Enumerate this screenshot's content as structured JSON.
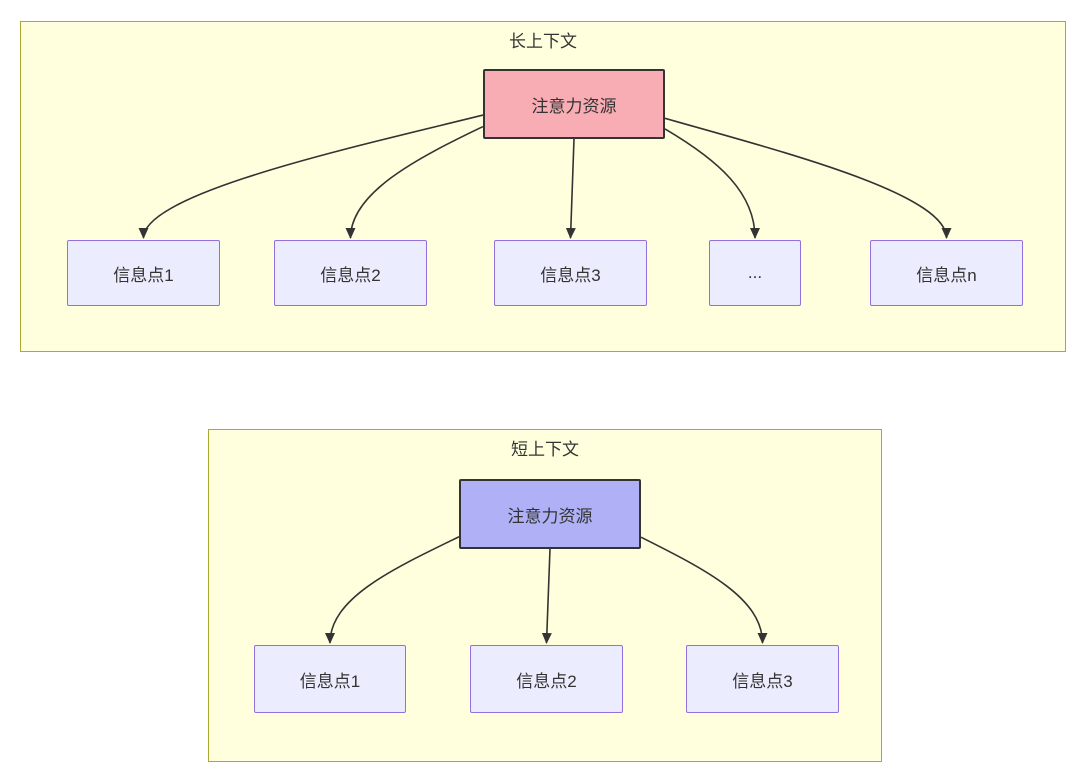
{
  "colors": {
    "page_bg": "#ffffff",
    "panel_fill": "#ffffde",
    "panel_border": "#aaaa33",
    "node_fill": "#ececff",
    "node_border": "#9370db",
    "long_root_fill": "#f8acb3",
    "short_root_fill": "#afb0f5",
    "root_border": "#333333",
    "edge": "#333333",
    "text": "#333333"
  },
  "diagrams": [
    {
      "title": "长上下文",
      "root": {
        "label": "注意力资源"
      },
      "children": [
        "信息点1",
        "信息点2",
        "信息点3",
        "...",
        "信息点n"
      ],
      "edges": [
        {
          "from": "root",
          "to": 0
        },
        {
          "from": "root",
          "to": 1
        },
        {
          "from": "root",
          "to": 2
        },
        {
          "from": "root",
          "to": 3
        },
        {
          "from": "root",
          "to": 4
        }
      ]
    },
    {
      "title": "短上下文",
      "root": {
        "label": "注意力资源"
      },
      "children": [
        "信息点1",
        "信息点2",
        "信息点3"
      ],
      "edges": [
        {
          "from": "root",
          "to": 0
        },
        {
          "from": "root",
          "to": 1
        },
        {
          "from": "root",
          "to": 2
        }
      ]
    }
  ]
}
